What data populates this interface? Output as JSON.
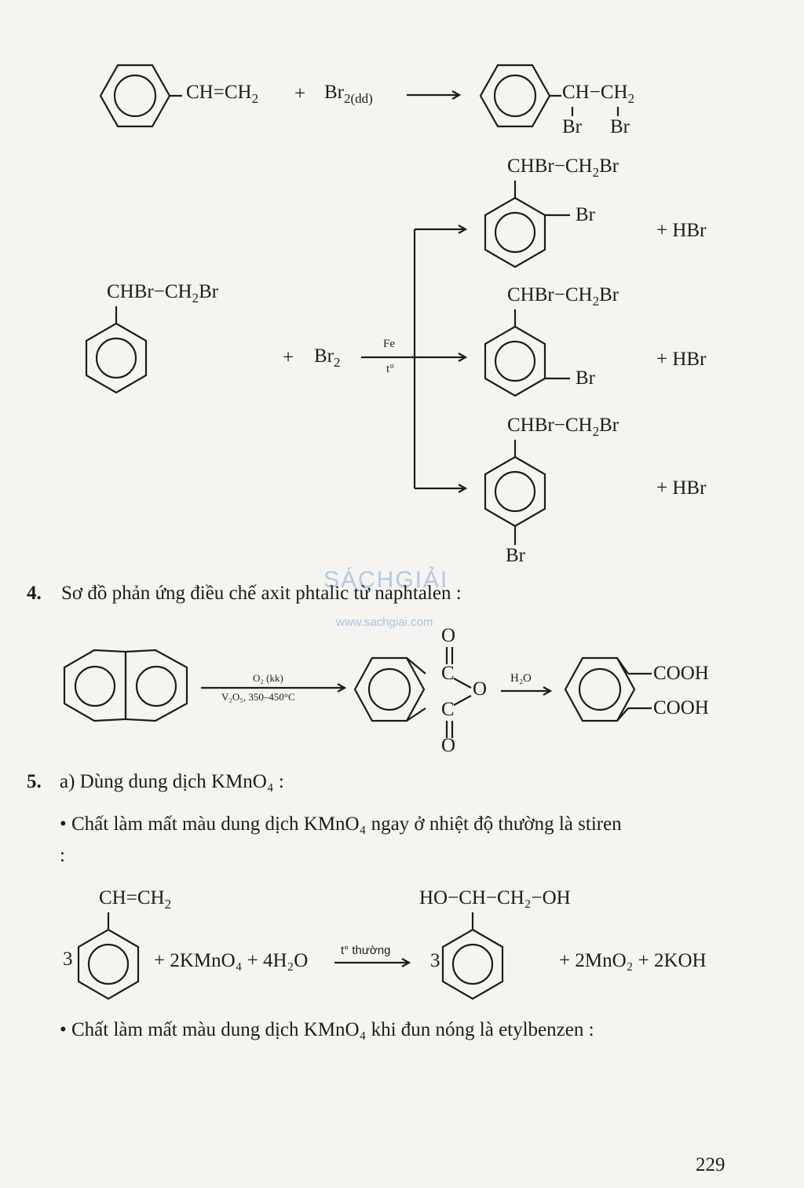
{
  "rx1": {
    "reactant_group": "CH=CH",
    "reactant_sub": "2",
    "plus": "+",
    "reagent": "Br",
    "reagent_sub": "2(dd)",
    "product_group": "CH−CH",
    "product_sub": "2",
    "product_br1": "Br",
    "product_br2": "Br"
  },
  "rx2": {
    "reactant_label": "CHBr−CH",
    "reactant_sub": "2",
    "reactant_tail": "Br",
    "plus": "+",
    "reagent": "Br",
    "reagent_sub": "2",
    "catalyst": "Fe",
    "condition": "t°",
    "products": [
      {
        "chain": "CHBr−CH",
        "sub": "2",
        "tail": "Br",
        "br": "Br",
        "byproduct": "+ HBr"
      },
      {
        "chain": "CHBr−CH",
        "sub": "2",
        "tail": "Br",
        "br": "Br",
        "byproduct": "+ HBr"
      },
      {
        "chain": "CHBr−CH",
        "sub": "2",
        "tail": "Br",
        "br": "Br",
        "byproduct": "+ HBr"
      }
    ]
  },
  "watermark": {
    "logo": "SÁCHGIẢI",
    "url": "www.sachgiai.com"
  },
  "section4": {
    "number": "4.",
    "text": "Sơ đồ phản ứng điều chế axit phtalic từ naphtalen :",
    "step1_top": "O₂ (kk)",
    "step1_bottom": "V₂O₅, 350–450°C",
    "anhydride_o_top": "O",
    "anhydride_c_top": "C",
    "anhydride_o_ring": "O",
    "anhydride_c_bottom": "C",
    "anhydride_o_bottom": "O",
    "step2_top": "H₂O",
    "cooh1": "COOH",
    "cooh2": "COOH"
  },
  "section5": {
    "number": "5.",
    "part_a": "a) Dùng dung dịch KMnO₄ :",
    "bullet1": "• Chất làm mất màu dung dịch KMnO₄ ngay ở nhiệt độ thường là stiren",
    "bullet1_cont": ":",
    "eq_reactant_group": "CH=CH",
    "eq_reactant_sub": "2",
    "eq_coef1": "3",
    "eq_reagents": "+ 2KMnO₄ + 4H₂O",
    "eq_condition": "t° thường",
    "eq_coef2": "3",
    "eq_product_group": "HO−CH−CH₂−OH",
    "eq_byproducts": "+ 2MnO₂ + 2KOH",
    "bullet2": "• Chất làm mất màu dung dịch KMnO₄ khi đun nóng là etylbenzen :"
  },
  "page_number": "229"
}
